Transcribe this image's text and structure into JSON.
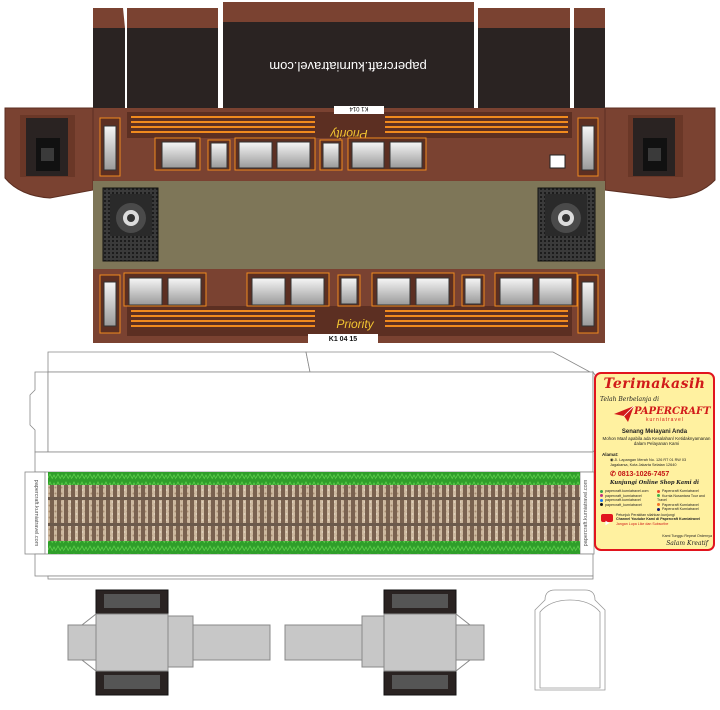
{
  "texts": {
    "site_url": "papercraft.kurniatravel.com",
    "car_logo": "Priority",
    "car_number": "K1 04 15",
    "car_number_short": "K1 014"
  },
  "card": {
    "title": "Terimakasih",
    "subtitle": "Telah Berbelanja di",
    "brand": "PAPERCRAFT",
    "brand_sub": "kurniatravel",
    "greeting": "Senang Melayani Anda",
    "apology_1": "Mohon Maaf apabila ada Kesalahan/ Ketidaknyamanan",
    "apology_2": "dalam Pelayanan Kami",
    "office_heading": "Alamat:",
    "office_line_1": "Jl. Lapangan Merah No. 126 RT 01 RW 03",
    "office_line_2": "Jagakarsa, Kota Jakarta Selatan 12640",
    "phone": "0813-1026-7457",
    "visit": "Kunjungi Online Shop Kami di",
    "links_left": [
      "papercraft.kurniatravel.com",
      "papercraft_kurniatravel",
      "papercraft.kurniatravel",
      "papercraft_kurniatravel"
    ],
    "links_right": [
      "Papercraft Kurniatravel",
      "Kurnia Nusantara Tour and Travel",
      "Papercraft Kurniatravel",
      "Papercraft Kurniatravel"
    ],
    "yt_line_1": "Petunjuk Perakitan silahkan kunjungi",
    "yt_line_2": "Channel Youtube Kami di Papercraft Kurniatravel",
    "yt_line_3": "Jangan Lupa Like dan Subscribe",
    "footer": "Kami Tunggu Repeat Ordernya",
    "signature": "Salam Kreatif"
  },
  "colors": {
    "roof": "#2a2322",
    "body_brown": "#7a4231",
    "body_dark": "#5c2f22",
    "stripe_orange": "#f08a1e",
    "floor_olive": "#7e7658",
    "grass": "#2f9e2a",
    "ballast": "#cdb9a0",
    "rail": "#6c5a4c",
    "gray_part": "#bdbdbd",
    "card_bg": "#fff1a0",
    "card_red": "#e1141e"
  },
  "icons": [
    "paper-plane-icon",
    "location-icon",
    "phone-icon",
    "youtube-icon",
    "link-dot-icon"
  ]
}
